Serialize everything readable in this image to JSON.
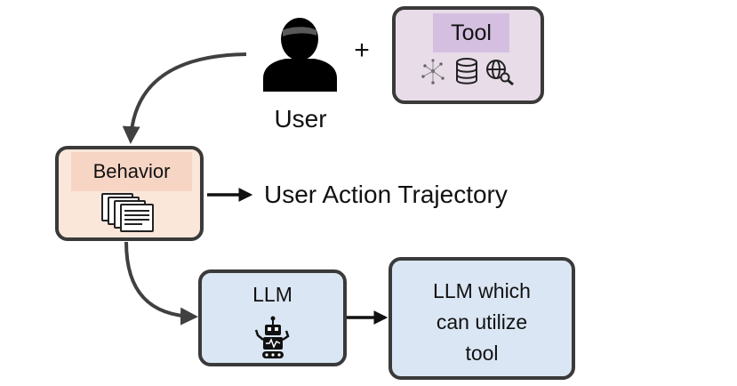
{
  "user": {
    "label": "User",
    "icon": "user-icon"
  },
  "plus_sign": "+",
  "tool": {
    "label": "Tool",
    "icons": [
      "network-icon",
      "database-icon",
      "web-search-icon"
    ]
  },
  "behavior": {
    "label": "Behavior",
    "icon": "documents-stack-icon"
  },
  "trajectory_label": "User Action Trajectory",
  "llm": {
    "label": "LLM",
    "icon": "robot-icon"
  },
  "result": {
    "line1": "LLM which",
    "line2": "can utilize",
    "line3": "tool"
  },
  "colors": {
    "tool_box": "#e8dce8",
    "tool_chip": "#d4bfe1",
    "behavior_box": "#fbe6da",
    "behavior_chip": "#f7d5c4",
    "llm_box": "#dae6f4",
    "border": "#3a3a3a",
    "arrow": "#404040"
  }
}
